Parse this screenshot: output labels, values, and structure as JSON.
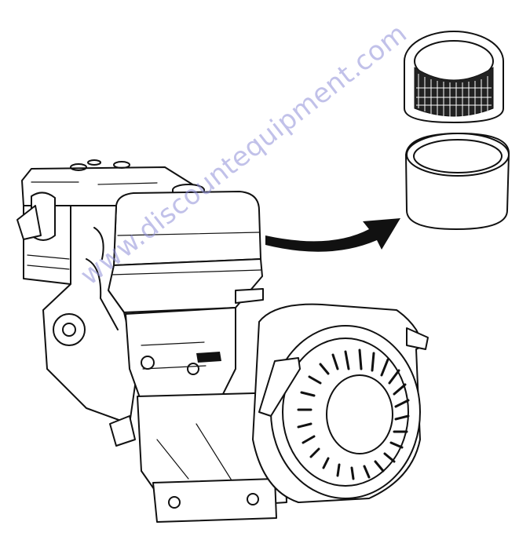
{
  "watermark": {
    "text": "www.discountequipment.com"
  },
  "colors": {
    "line": "#111111",
    "watermark": "#8f8fd8",
    "background": "#ffffff"
  },
  "parts": {
    "engine": "engine-drawing",
    "foam_prefilter": "foam-pre-filter",
    "paper_element": "paper-filter-element",
    "arrow": "removal-arrow"
  }
}
